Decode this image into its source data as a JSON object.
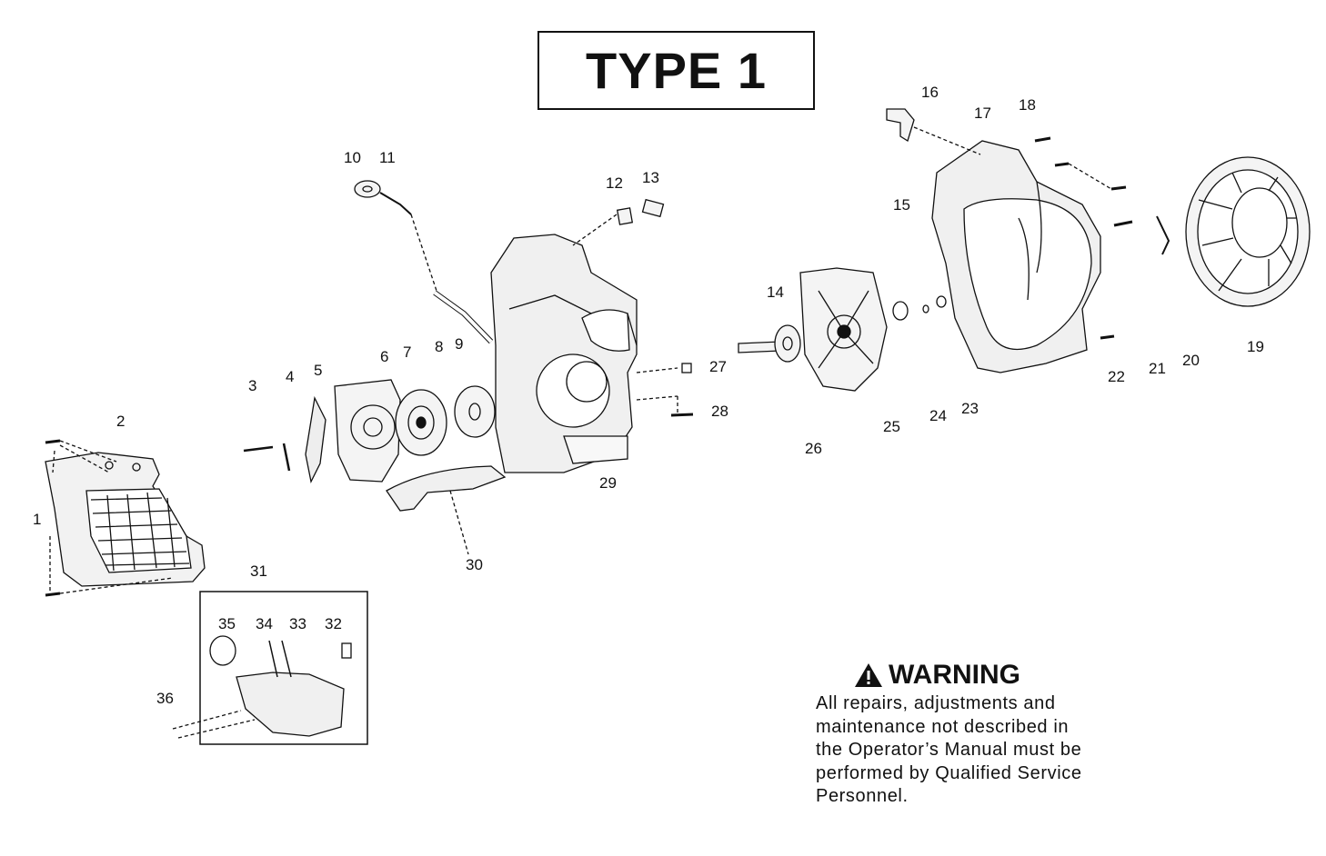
{
  "title": "TYPE 1",
  "callouts": [
    "1",
    "2",
    "3",
    "4",
    "5",
    "6",
    "7",
    "8",
    "9",
    "10",
    "11",
    "12",
    "13",
    "14",
    "15",
    "16",
    "17",
    "18",
    "19",
    "20",
    "21",
    "22",
    "23",
    "24",
    "25",
    "26",
    "27",
    "28",
    "29",
    "30",
    "31",
    "32",
    "33",
    "34",
    "35",
    "36"
  ],
  "warning": {
    "heading": "WARNING",
    "icon": "warning-triangle-icon",
    "lines": [
      "All repairs, adjustments and",
      "maintenance not described in",
      "the Operator’s Manual must be",
      "performed by Qualified Service",
      "Personnel."
    ]
  }
}
